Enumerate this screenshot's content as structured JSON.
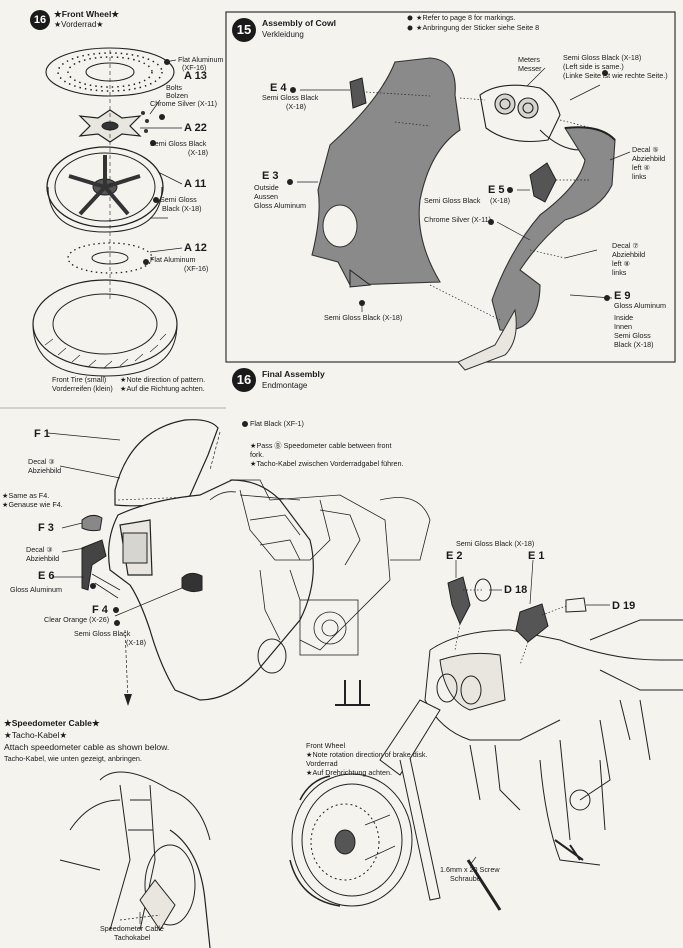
{
  "front_wheel": {
    "step": "16",
    "title": "★Front Wheel★",
    "subtitle": "★Vorderrad★",
    "labels": {
      "flat_aluminum_1": "Flat Aluminum",
      "flat_aluminum_1_code": "(XF-16)",
      "a13": "A 13",
      "bolts": "Bolts",
      "bolzen": "Bolzen",
      "chrome_silver": "Chrome Silver (X-11)",
      "a22": "A 22",
      "semi_gloss_1": "Semi Gloss Black",
      "semi_gloss_1_code": "(X-18)",
      "a11": "A 11",
      "semi_gloss_2": "Semi Gloss",
      "semi_gloss_2b": "Black (X-18)",
      "a12": "A 12",
      "flat_aluminum_2": "Flat Aluminum",
      "flat_aluminum_2_code": "(XF-16)",
      "front_tire": "Front Tire (small)",
      "front_tire_de": "Vorderreifen (klein)",
      "note_pattern": "★Note direction of pattern.",
      "note_pattern_de": "★Auf die Richtung achten."
    }
  },
  "cowl": {
    "step": "15",
    "title": "Assembly of Cowl",
    "subtitle": "Verkleidung",
    "refer1": "★Refer to page 8 for markings.",
    "refer2": "★Anbringung der Sticker siehe Seite 8",
    "labels": {
      "meters": "Meters",
      "messer": "Messer",
      "semi_gloss_top": "Semi Gloss Black (X-18)",
      "left_same": "(Left side is same.)",
      "left_same_de": "(Linke Seite ist wie rechte Seite.)",
      "e4": "E 4",
      "e4_paint": "Semi Gloss Black",
      "e4_code": "(X-18)",
      "decal5": "Decal ⑤",
      "abziehbild1": "Abziehbild",
      "left4": "left ④",
      "links1": "links",
      "e3": "E 3",
      "outside": "Outside",
      "aussen": "Aussen",
      "gloss_aluminum_e3": "Gloss Aluminum",
      "e5": "E 5",
      "e5_paint": "Semi Gloss Black",
      "e5_code": "(X-18)",
      "chrome_silver": "Chrome Silver (X-11)",
      "decal7": "Decal ⑦",
      "abziehbild2": "Abziehbild",
      "left8": "left ⑧",
      "links2": "links",
      "e9": "E 9",
      "gloss_aluminum_e9": "Gloss Aluminum",
      "inside": "Inside",
      "innen": "Innen",
      "semi_gloss_e9": "Semi Gloss",
      "semi_gloss_e9_code": "Black (X-18)",
      "semi_gloss_bottom": "Semi Gloss Black (X-18)"
    }
  },
  "final": {
    "step": "16",
    "title": "Final Assembly",
    "subtitle": "Endmontage",
    "labels": {
      "f1": "F 1",
      "flat_black": "Flat Black (XF-1)",
      "pass_cable": "★Pass Ⓑ Speedometer cable between front",
      "pass_cable2": "fork.",
      "pass_cable_de": "★Tacho-Kabel zwischen Vorderradgabel führen.",
      "decal3": "Decal ③",
      "abziehbild3": "Abziehbild",
      "same_f4": "★Same as F4.",
      "same_f4_de": "★Genause wie F4.",
      "f3": "F 3",
      "decal3b": "Decal ③",
      "abziehbild4": "Abziehbild",
      "e6": "E 6",
      "gloss_aluminum_e6": "Gloss Aluminum",
      "f4": "F 4",
      "clear_orange": "Clear Orange (X-26)",
      "semi_gloss_f": "Semi Gloss Black",
      "semi_gloss_f_code": "(X-18)",
      "semi_gloss_e": "Semi Gloss Black (X-18)",
      "e2": "E 2",
      "e1": "E 1",
      "d18": "D 18",
      "d19": "D 19",
      "front_wheel": "Front Wheel",
      "note_rotation": "★Note rotation direction of brake disk.",
      "vorderrad": "Vorderrad",
      "note_rotation_de": "★Auf Drehrichtung achten.",
      "screw": "1.6mm x 20 Screw",
      "schraube": "Schraube"
    }
  },
  "speedometer": {
    "title": "★Speedometer Cable★",
    "title_de": "★Tacho-Kabel★",
    "instruction": "Attach speedometer cable as shown below.",
    "instruction_de": "Tacho-Kabel, wie unten gezeigt, anbringen.",
    "cable_label": "Speedometer Cable",
    "cable_label_de": "Tachokabel"
  }
}
